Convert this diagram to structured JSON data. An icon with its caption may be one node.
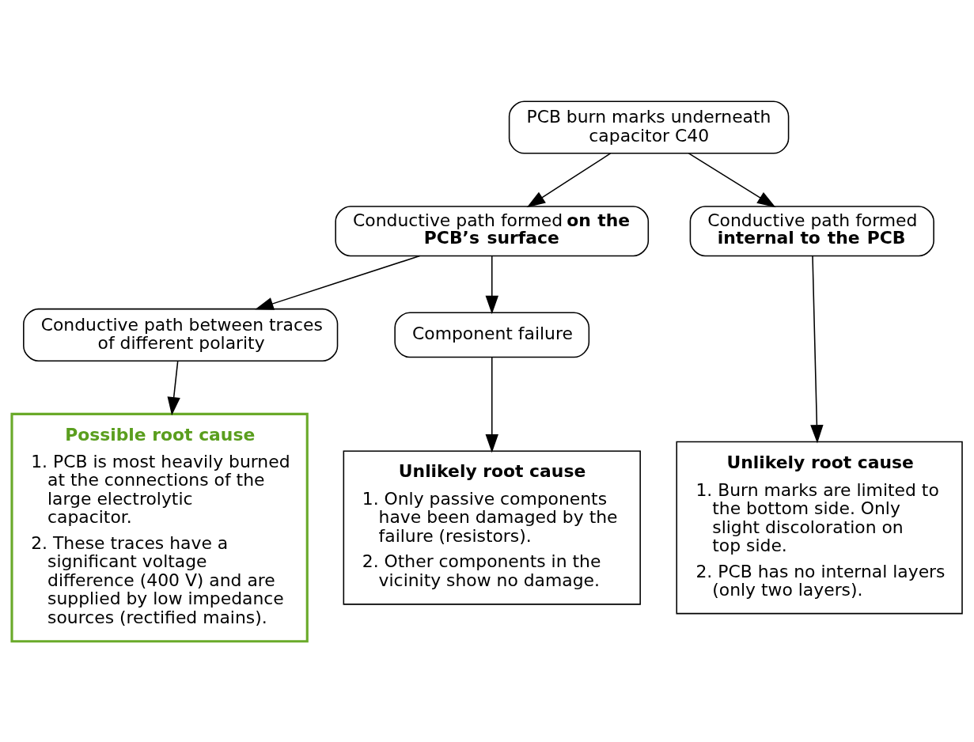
{
  "diagram": {
    "nodes": [
      {
        "text": [
          "PCB burn marks underneath capacitor C40"
        ]
      },
      {
        "text": [
          "Conductive path formed **on the PCB’s surface**"
        ]
      },
      {
        "text": [
          "Conductive path formed **internal to the PCB**"
        ]
      },
      {
        "text": [
          "Conductive path between traces of different polarity"
        ]
      },
      {
        "text": [
          "Component failure"
        ]
      },
      {
        "text": [
          "Possible root cause",
          "1. PCB is most heavily burned at the connections of the large electrolytic capacitor.",
          "2. These traces have a significant voltage difference (400 V) and are supplied by low impedance sources (rectified mains)."
        ]
      },
      {
        "text": [
          "Unlikely root cause",
          "1. Only passive components have been damaged by the failure (resistors).",
          "2. Other components in the vicinity show no damage."
        ]
      },
      {
        "text": [
          "Unlikely root cause",
          "1. Burn marks are limited to the bottom side. Only slight discoloration on top side.",
          "2. PCB has no internal layers (only two layers)."
        ]
      }
    ],
    "edges": [
      {
        "from": 0,
        "to": 1,
        "arrow": "to"
      },
      {
        "from": 0,
        "to": 2,
        "arrow": "to"
      },
      {
        "from": 1,
        "to": 3,
        "arrow": "to"
      },
      {
        "from": 1,
        "to": 4,
        "arrow": "to"
      },
      {
        "from": 3,
        "to": 5,
        "arrow": "to"
      },
      {
        "from": 4,
        "to": 6,
        "arrow": "to"
      },
      {
        "from": 2,
        "to": 7,
        "arrow": "to"
      }
    ]
  }
}
